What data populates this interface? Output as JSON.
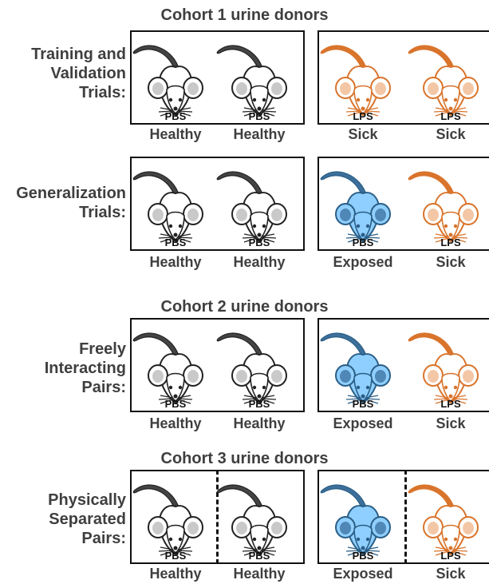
{
  "cohorts": [
    {
      "title": "Cohort 1 urine donors"
    },
    {
      "title": "Cohort 2 urine donors"
    },
    {
      "title": "Cohort 3 urine donors"
    }
  ],
  "rows": [
    {
      "label_lines": [
        "Training and",
        "Validation",
        "Trials:"
      ],
      "mice": [
        {
          "treatment": "PBS",
          "condition": "Healthy",
          "color": "white"
        },
        {
          "treatment": "PBS",
          "condition": "Healthy",
          "color": "white"
        },
        {
          "treatment": "LPS",
          "condition": "Sick",
          "color": "orange"
        },
        {
          "treatment": "LPS",
          "condition": "Sick",
          "color": "orange"
        }
      ]
    },
    {
      "label_lines": [
        "Generalization",
        "Trials:"
      ],
      "mice": [
        {
          "treatment": "PBS",
          "condition": "Healthy",
          "color": "white"
        },
        {
          "treatment": "PBS",
          "condition": "Healthy",
          "color": "white"
        },
        {
          "treatment": "PBS",
          "condition": "Exposed",
          "color": "blue"
        },
        {
          "treatment": "LPS",
          "condition": "Sick",
          "color": "orange"
        }
      ]
    },
    {
      "label_lines": [
        "Freely",
        "Interacting",
        "Pairs:"
      ],
      "mice": [
        {
          "treatment": "PBS",
          "condition": "Healthy",
          "color": "white"
        },
        {
          "treatment": "PBS",
          "condition": "Healthy",
          "color": "white"
        },
        {
          "treatment": "PBS",
          "condition": "Exposed",
          "color": "blue"
        },
        {
          "treatment": "LPS",
          "condition": "Sick",
          "color": "orange"
        }
      ]
    },
    {
      "label_lines": [
        "Physically",
        "Separated",
        "Pairs:"
      ],
      "mice": [
        {
          "treatment": "PBS",
          "condition": "Healthy",
          "color": "white"
        },
        {
          "treatment": "PBS",
          "condition": "Healthy",
          "color": "white"
        },
        {
          "treatment": "PBS",
          "condition": "Exposed",
          "color": "blue"
        },
        {
          "treatment": "LPS",
          "condition": "Sick",
          "color": "orange"
        }
      ]
    }
  ],
  "palette": {
    "white": {
      "body": "#ffffff",
      "stroke": "#222222",
      "ear": "#c9c9c9",
      "tail": "#444444"
    },
    "blue": {
      "body": "#8fcfff",
      "stroke": "#2a5e86",
      "ear": "#4f87b6",
      "tail": "#3c6f9a"
    },
    "orange": {
      "body": "#ffffff",
      "stroke": "#d9742c",
      "ear": "#f3c7a6",
      "tail": "#d9742c"
    }
  }
}
